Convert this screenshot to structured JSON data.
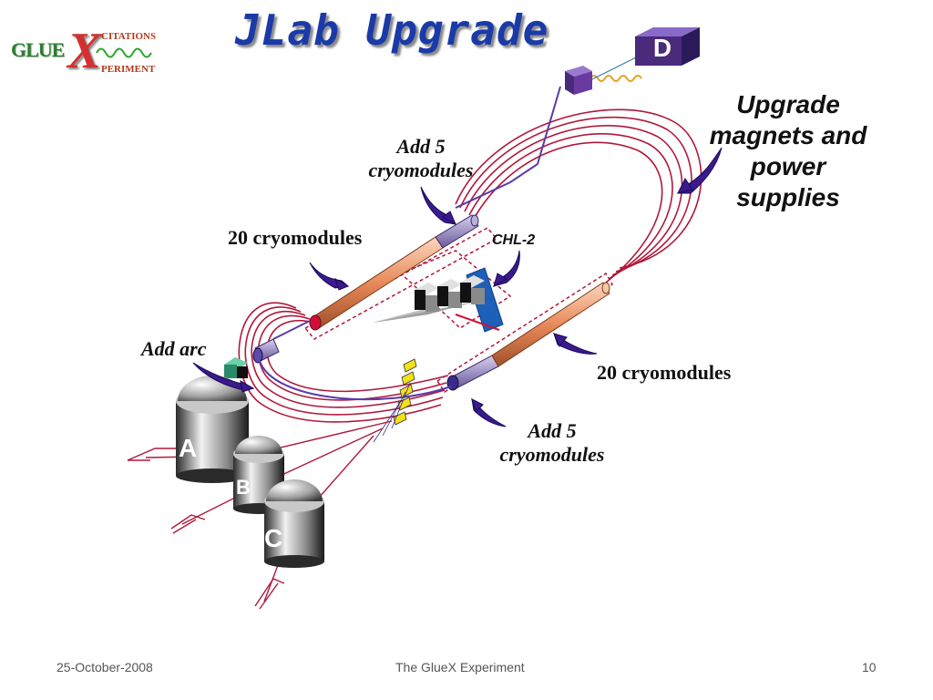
{
  "slide": {
    "title": "JLab Upgrade",
    "logo": {
      "glue": "GLUE",
      "x": "X",
      "citations": "CITATIONS",
      "periment": "PERIMENT"
    }
  },
  "labels": {
    "upgrade_magnets": [
      "Upgrade",
      "magnets and",
      "power",
      "supplies"
    ],
    "add5_top": [
      "Add 5",
      "cryomodules"
    ],
    "add5_bottom": [
      "Add 5",
      "cryomodules"
    ],
    "cryo20_left": "20 cryomodules",
    "cryo20_right": "20 cryomodules",
    "chl2": "CHL-2",
    "add_arc": "Add arc"
  },
  "halls": {
    "a": "A",
    "b": "B",
    "c": "C",
    "d": "D"
  },
  "footer": {
    "date": "25-October-2008",
    "center": "The GlueX Experiment",
    "page": "10"
  },
  "colors": {
    "title": "#1a3aa8",
    "beamline": "#b0183a",
    "arrow": "#3a1a8c",
    "cryomodule": "#e88a5a",
    "hall_d": "#4a2a7a",
    "chl2_panel": "#1e5fb8",
    "arc_box": "#2a8a6a"
  }
}
